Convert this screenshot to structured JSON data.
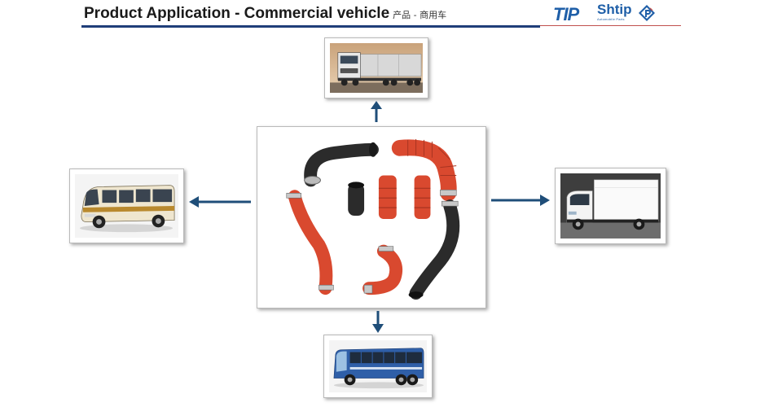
{
  "header": {
    "title": "Product Application - Commercial vehicle",
    "subtitle": "产品 - 商用车"
  },
  "logos": {
    "tip": "TIP",
    "shtip": "Shtip",
    "shtip_tagline": "Automobile Parts"
  },
  "colors": {
    "title_rule": "#1f3e79",
    "accent_rule": "#c0504d",
    "arrow": "#1f4e79",
    "logo": "#1f5fa8",
    "hose_red": "#d9492f",
    "hose_black": "#2b2b2b"
  },
  "images": {
    "top": "semi-truck-with-trailer",
    "left": "minibus",
    "center": "silicone-and-rubber-hoses",
    "right": "box-truck",
    "bottom": "coach-bus"
  }
}
